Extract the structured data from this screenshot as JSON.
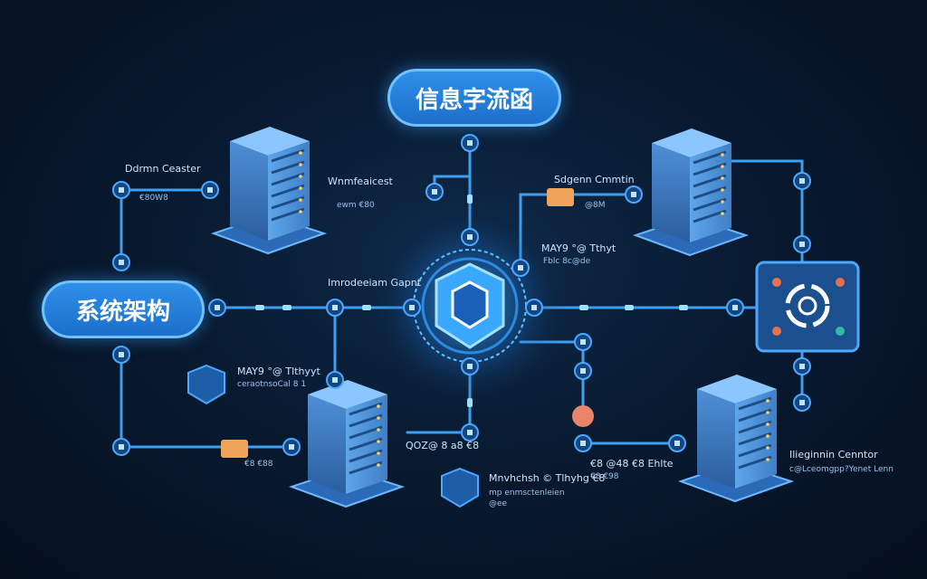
{
  "title_top": "信息字流函",
  "title_left": "系统架构",
  "labels": {
    "tl_1": "Ddrmn Ceaster",
    "tl_2": "€80W8",
    "tc_1": "Wnmfeaicest",
    "tc_2": "ewm €80",
    "tr_1": "Sdgenn Cmmtin",
    "tr_2": "@8M",
    "r_1": "MAY9 °@ Tthyt",
    "r_2": "Fblc 8c@de",
    "c_1": "Imrodeeiam Gapnt",
    "ml_1": "MAY9 °@ Tlthyyt",
    "ml_2": "ceraotnsoCal 8 1",
    "bc_1": "QOZ@ 8 a8 €8",
    "bl_1": "€8 €88",
    "bcm_1": "Mnvhchsh © Tlhyhg €8",
    "bcm_2": "mp enmsctenleien",
    "bcm_3": "@ee",
    "br_1": "€8 @48 €8 Ehlte",
    "br_2": "€8 €98",
    "brr_1": "Ilieginnin Cenntor",
    "brr_2": "c@Lceomgpp?Yenet Lenn"
  },
  "colors": {
    "accent": "#3aa8ff",
    "pill": "#1c6fcb",
    "orange": "#f0a45a",
    "server": "#4d8ed0"
  }
}
